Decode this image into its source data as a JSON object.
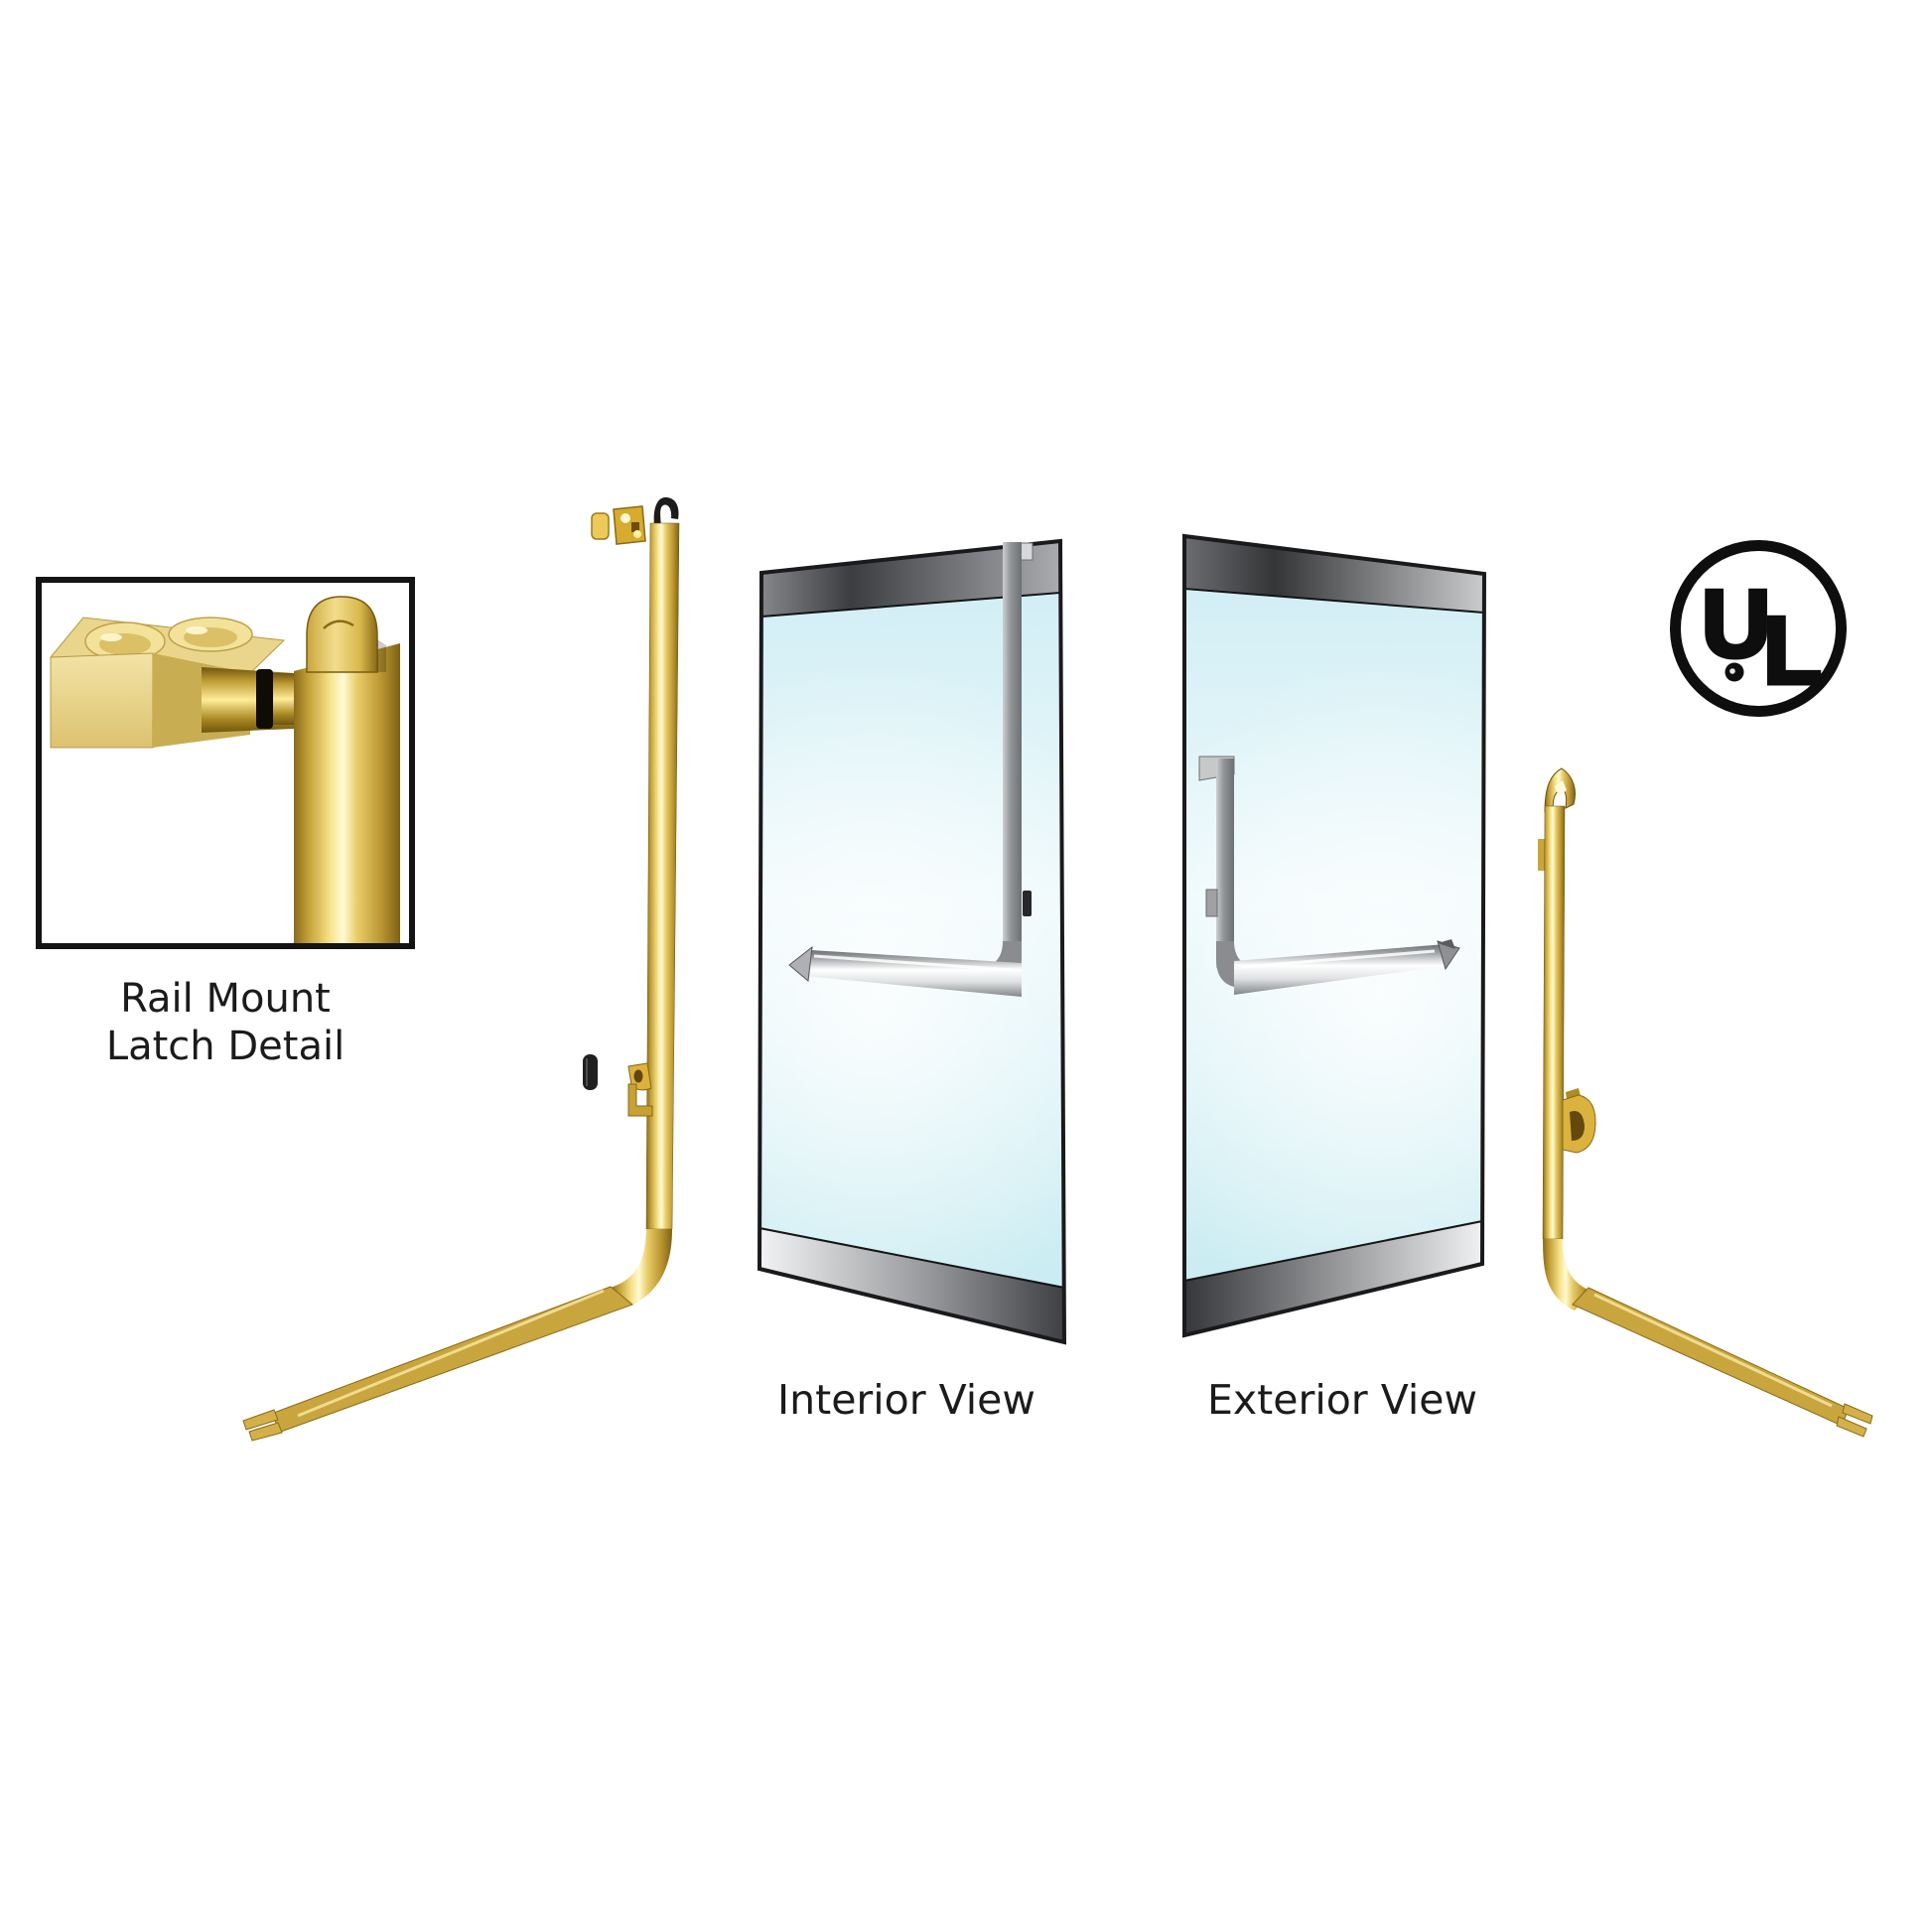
{
  "inset_detail": {
    "caption_line1": "Rail Mount",
    "caption_line2": "Latch Detail"
  },
  "interior_door": {
    "label": "Interior View"
  },
  "exterior_door": {
    "label": "Exterior View"
  },
  "ul_logo": {
    "letter_u": "U",
    "letter_l": "L"
  },
  "colors": {
    "background": "#ffffff",
    "brass": "#d2ad3f",
    "brass_highlight": "#fffbd4",
    "brass_shadow": "#7e6116",
    "chrome": "#c8cacc",
    "rail_gray": "#94979a",
    "glass": "#d4eff5",
    "door_frame_dark": "#3a3c3e",
    "outline_black": "#1a1a1c",
    "logo_black": "#0e0e0e"
  }
}
